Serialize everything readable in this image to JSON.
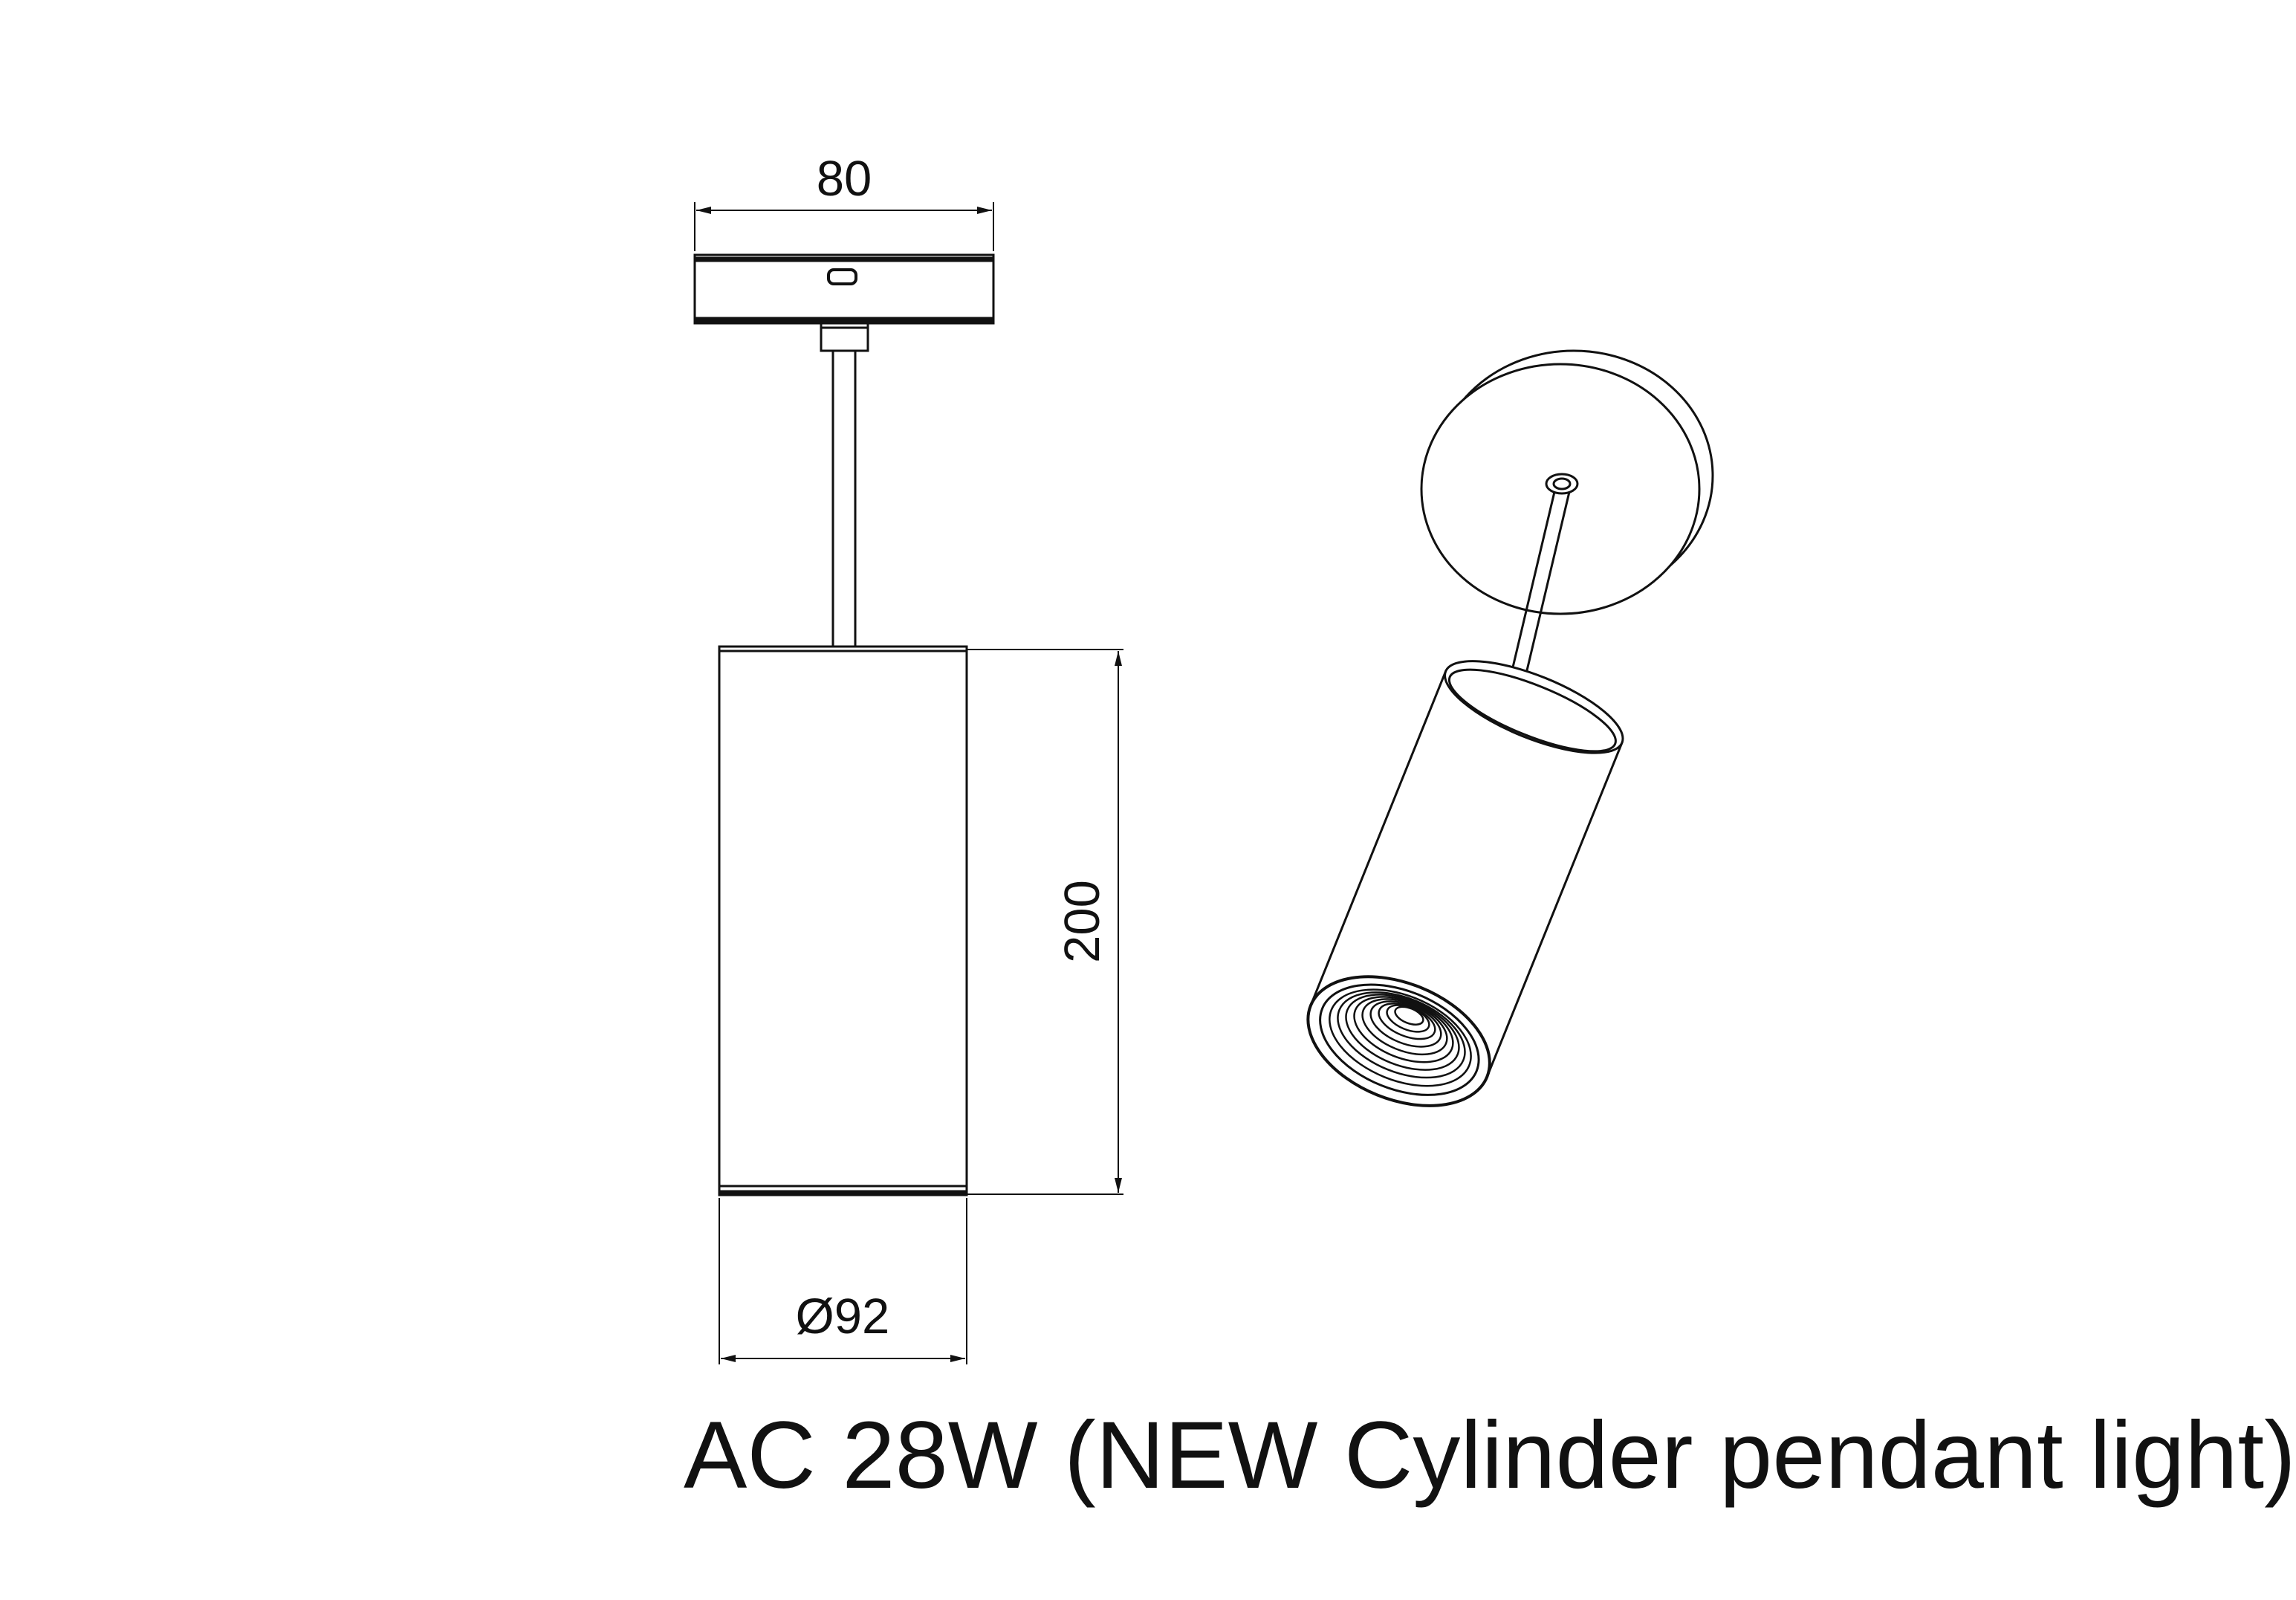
{
  "drawing": {
    "dimensions": {
      "mount_width": "80",
      "body_height": "200",
      "body_diameter": "Ø92"
    },
    "caption": "AC 28W (NEW Cylinder pendant light)",
    "colors": {
      "line": "#111111",
      "background": "#ffffff"
    }
  }
}
